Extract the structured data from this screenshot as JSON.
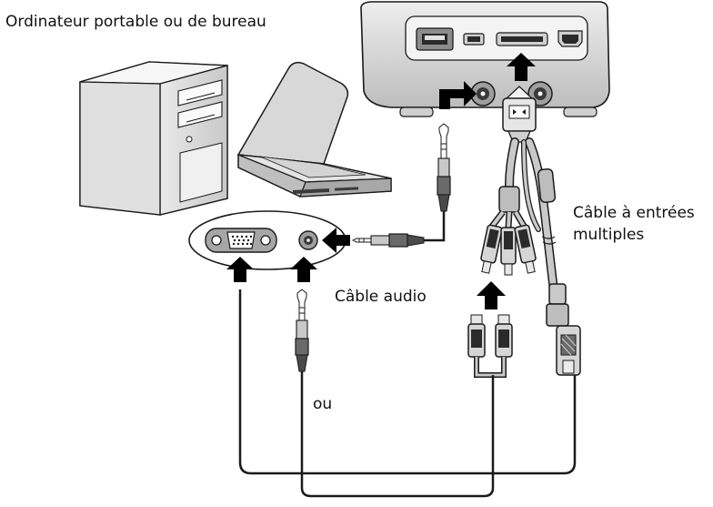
{
  "labels": {
    "computer": "Ordinateur portable ou de bureau",
    "multi_cable_line1": "Câble à entrées",
    "multi_cable_line2": "multiples",
    "audio_cable": "Câble audio",
    "or": "ou"
  },
  "colors": {
    "outline": "#1a1a1a",
    "device_gray": "#d9d9d9",
    "device_dark": "#8c8c8c",
    "cable_gray": "#bdbdbd",
    "arrow": "#000000"
  }
}
